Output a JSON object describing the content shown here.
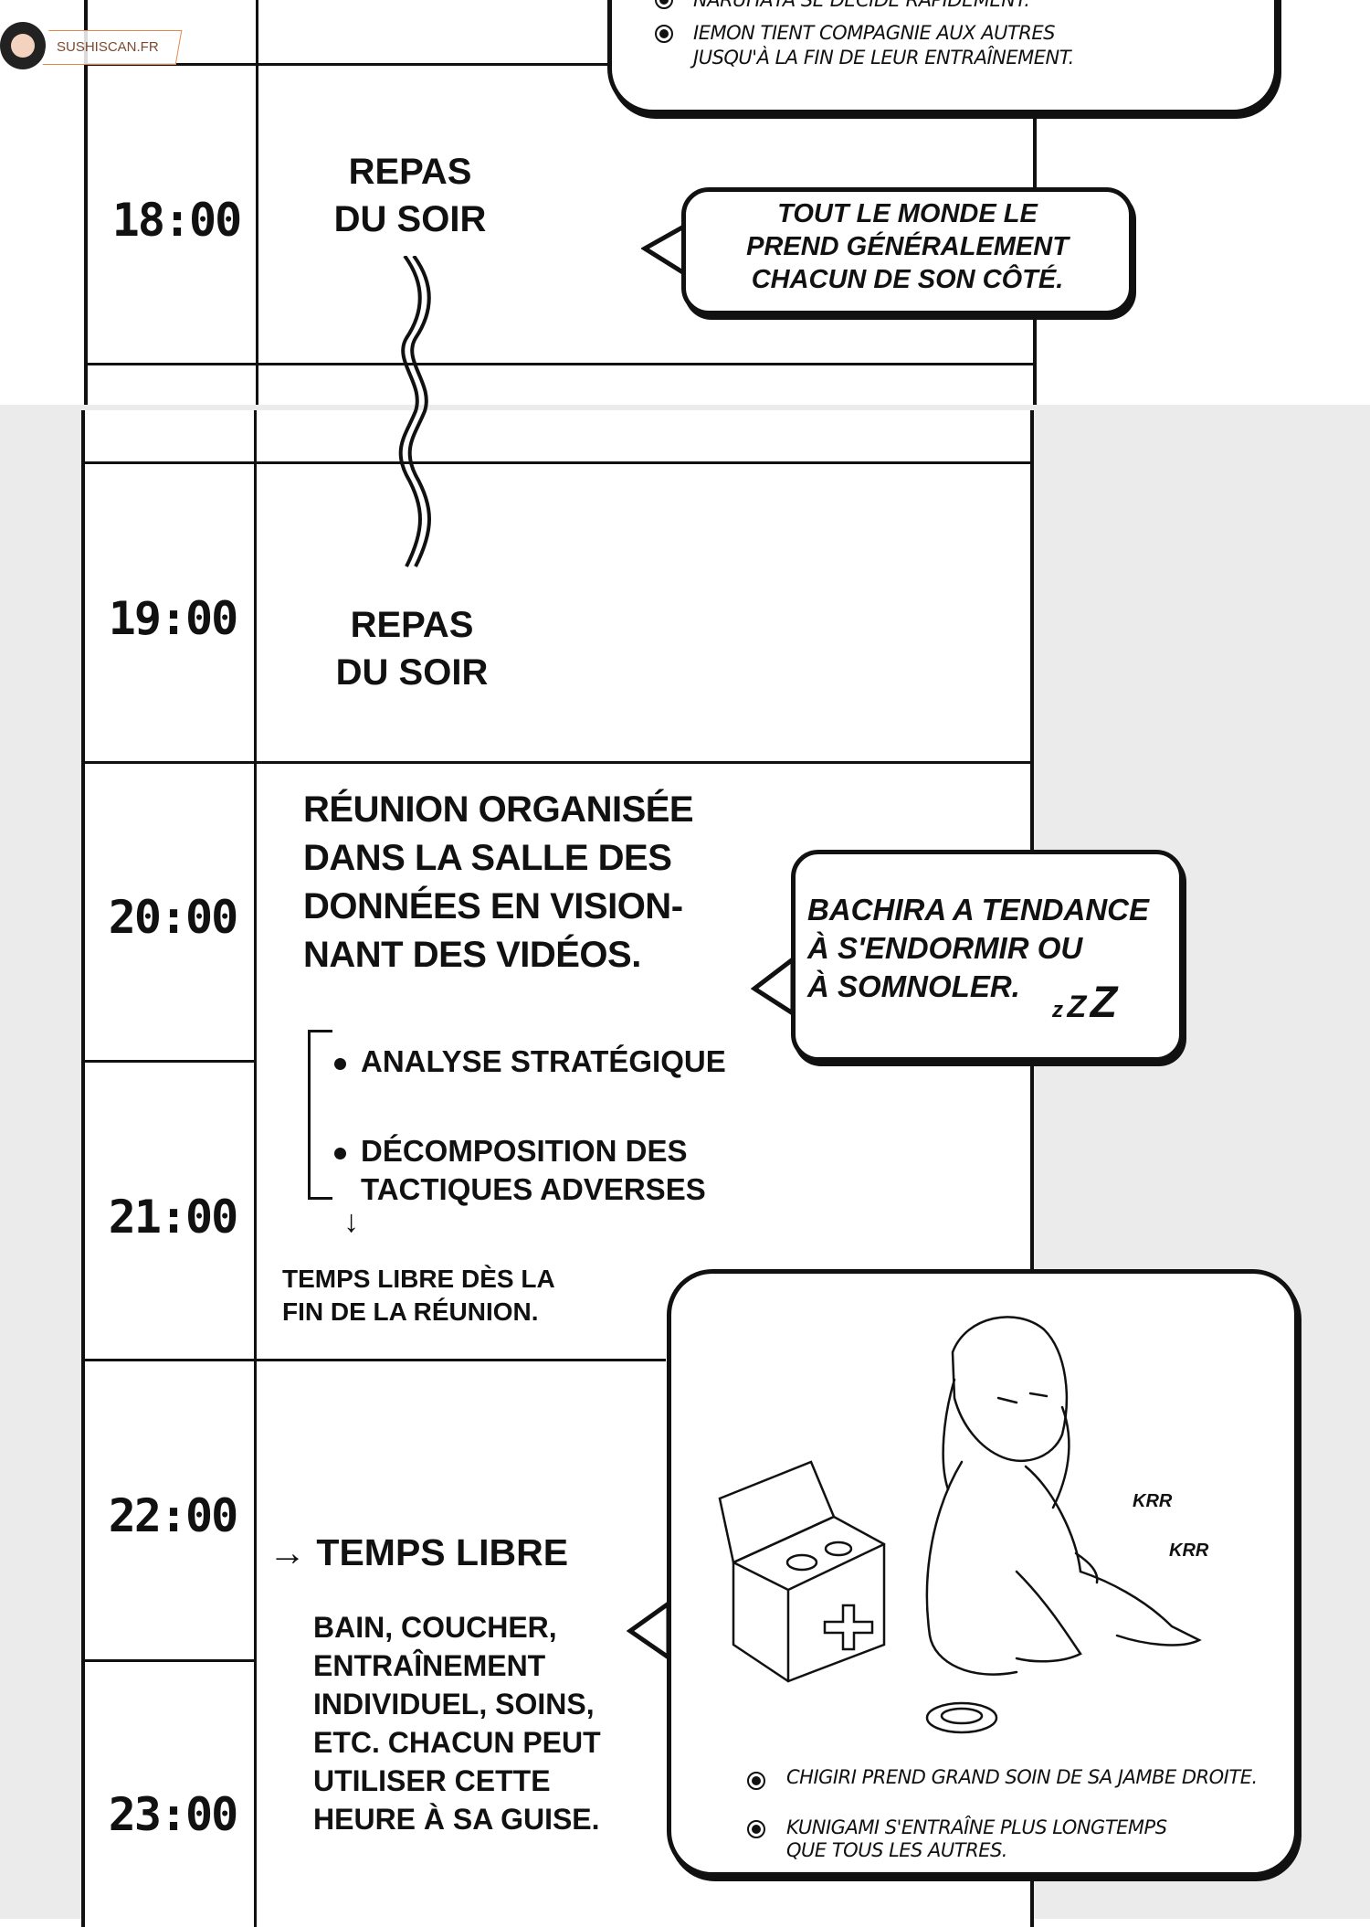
{
  "watermark": {
    "label": "SUSHISCAN.FR",
    "accent": "#e8864a"
  },
  "top_bubble": {
    "items": [
      "NARUHAYA SE DÉCIDE RAPIDEMENT.",
      "IEMON TIENT COMPAGNIE AUX AUTRES",
      "JUSQU'À LA FIN DE LEUR ENTRAÎNEMENT."
    ]
  },
  "schedule": {
    "t1800": "18:00",
    "t1900": "19:00",
    "t2000": "20:00",
    "t2100": "21:00",
    "t2200": "22:00",
    "t2300": "23:00",
    "dinner_a": [
      "REPAS",
      "DU SOIR"
    ],
    "dinner_b": [
      "REPAS",
      "DU SOIR"
    ],
    "meeting": [
      "RÉUNION ORGANISÉE",
      "DANS LA SALLE DES",
      "DONNÉES EN VISION-",
      "NANT DES VIDÉOS."
    ],
    "meeting_points": [
      "ANALYSE STRATÉGIQUE",
      "DÉCOMPOSITION DES",
      "TACTIQUES ADVERSES"
    ],
    "arrow_down": "↓",
    "after_meeting": [
      "TEMPS LIBRE DÈS LA",
      "FIN DE LA RÉUNION."
    ],
    "free_arrow": "→",
    "free_time": "TEMPS LIBRE",
    "free_desc": [
      "BAIN, COUCHER,",
      "ENTRAÎNEMENT",
      "INDIVIDUEL, SOINS,",
      "ETC. CHACUN PEUT",
      "UTILISER CETTE",
      "HEURE À SA GUISE."
    ]
  },
  "dinner_bubble": [
    "TOUT LE MONDE LE",
    "PREND GÉNÉRALEMENT",
    "CHACUN DE SON CÔTÉ."
  ],
  "bachira_bubble": {
    "lines": [
      "BACHIRA A TENDANCE",
      "À S'ENDORMIR OU",
      "À SOMNOLER."
    ],
    "sfx": [
      "z",
      "Z",
      "Z"
    ]
  },
  "illustration_bubble": {
    "sfx": [
      "KRR",
      "KRR"
    ],
    "items": [
      "CHIGIRI PREND GRAND SOIN DE SA JAMBE DROITE.",
      "KUNIGAMI S'ENTRAÎNE PLUS LONGTEMPS",
      "QUE TOUS LES AUTRES."
    ]
  }
}
